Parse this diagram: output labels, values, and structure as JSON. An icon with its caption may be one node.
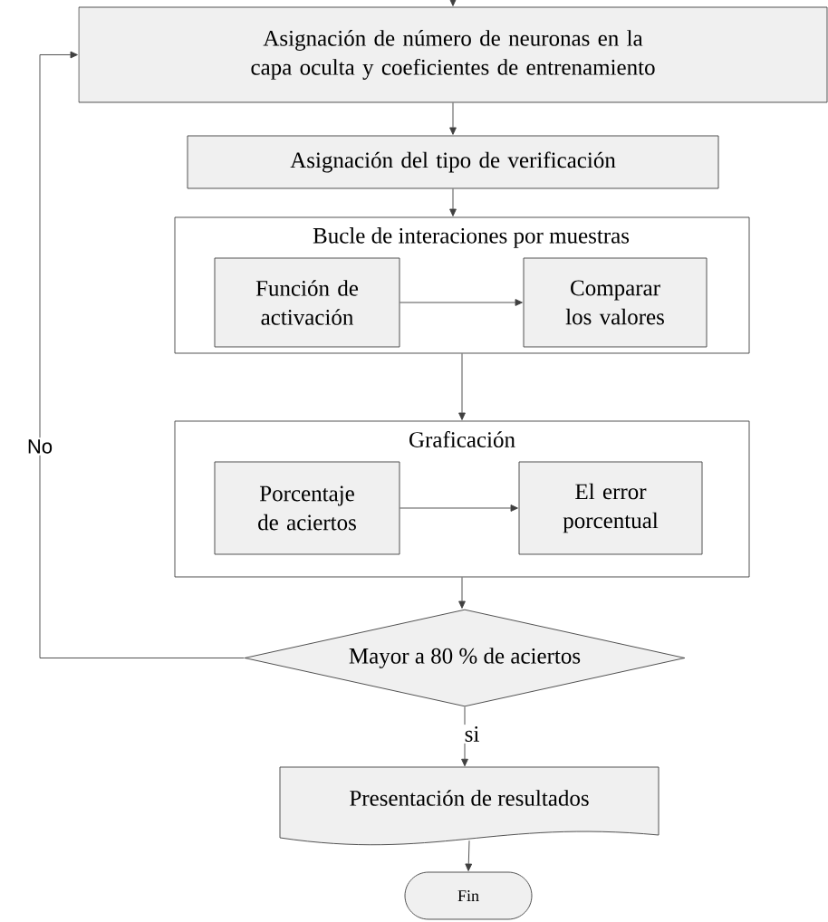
{
  "diagram": {
    "nodes": [
      {
        "text": [
          "Asignación de número de neuronas  en la capa oculta y coeficientes de entrenamiento"
        ]
      },
      {
        "text": [
          "Asignación del tipo de  verificación"
        ]
      },
      {
        "text": [
          "Bucle de interaciones por muestras"
        ]
      },
      {
        "text": [
          "Función de activación"
        ],
        "in": 2
      },
      {
        "text": [
          "Comparar los valores"
        ],
        "in": 2
      },
      {
        "text": [
          "Graficación"
        ]
      },
      {
        "text": [
          "Porcentaje de aciertos"
        ],
        "in": 5
      },
      {
        "text": [
          "El error porcentual"
        ],
        "in": 5
      },
      {
        "text": [
          "Mayor a 80 % de aciertos"
        ]
      },
      {
        "text": [
          "Presentación de resultados"
        ]
      },
      {
        "text": [
          "Fin"
        ]
      }
    ],
    "edges": [
      {
        "from": null,
        "to": 0,
        "arrow": "to"
      },
      {
        "from": 0,
        "to": 1,
        "arrow": "to"
      },
      {
        "from": 1,
        "to": 2,
        "arrow": "to"
      },
      {
        "from": 3,
        "to": 4,
        "arrow": "to"
      },
      {
        "from": 2,
        "to": 5,
        "arrow": "to"
      },
      {
        "from": 6,
        "to": 7,
        "arrow": "to"
      },
      {
        "from": 5,
        "to": 8,
        "arrow": "to"
      },
      {
        "from": 8,
        "to": 0,
        "arrow": "to",
        "label": "No"
      },
      {
        "from": 8,
        "to": 9,
        "arrow": "to",
        "label": "si"
      },
      {
        "from": 9,
        "to": 10,
        "arrow": "to"
      }
    ]
  }
}
